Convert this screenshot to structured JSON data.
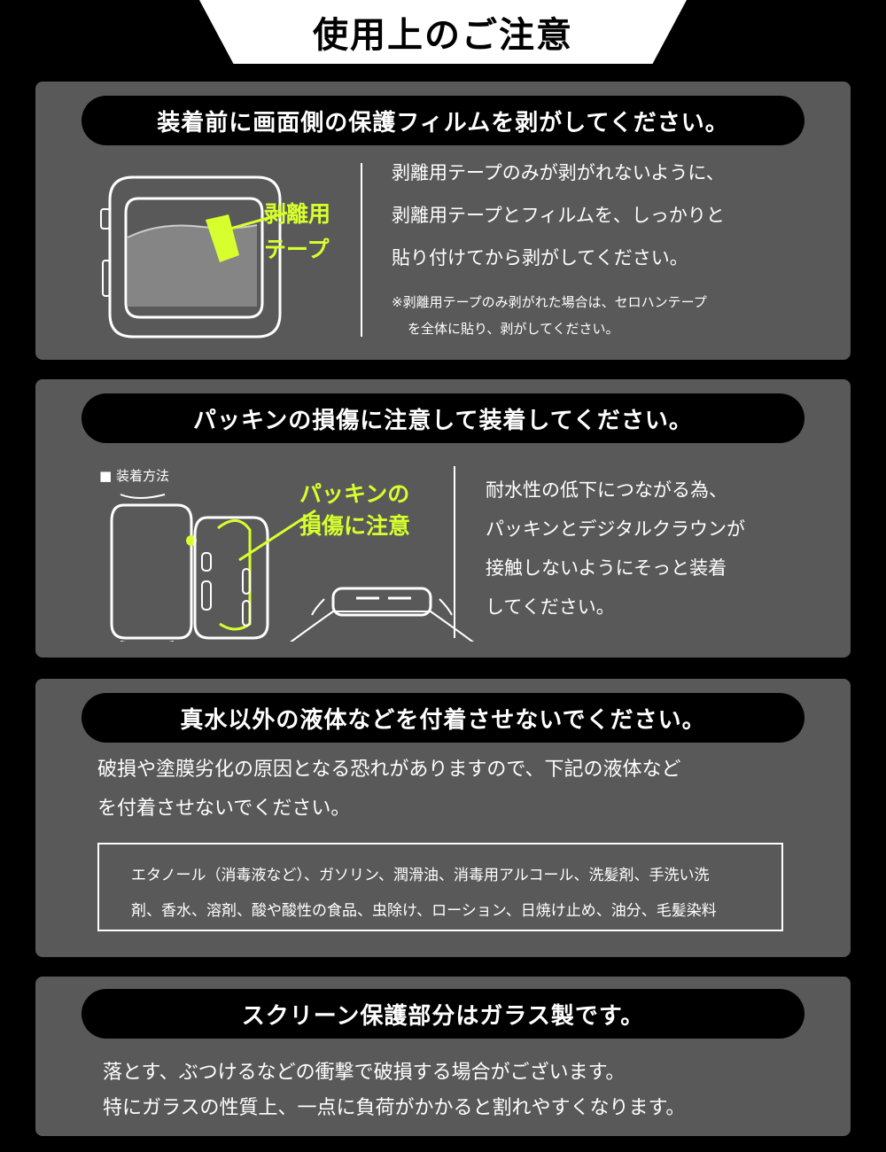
{
  "title": "使用上のご注意",
  "sections": [
    {
      "heading": "装着前に画面側の保護フィルムを剥がしてください。",
      "callout_lines": [
        "剥離用",
        "テープ"
      ],
      "body_lines": [
        "剥離用テープのみが剥がれないように、",
        "剥離用テープとフィルムを、しっかりと",
        "貼り付けてから剥がしてください。"
      ],
      "note_lines": [
        "※剥離用テープのみ剥がれた場合は、セロハンテープ",
        "を全体に貼り、剥がしてください。"
      ]
    },
    {
      "heading": "パッキンの損傷に注意して装着してください。",
      "method_label": "■ 装着方法",
      "callout_lines": [
        "パッキンの",
        "損傷に注意"
      ],
      "body_lines": [
        "耐水性の低下につながる為、",
        "パッキンとデジタルクラウンが",
        "接触しないようにそっと装着",
        "してください。"
      ]
    },
    {
      "heading": "真水以外の液体などを付着させないでください。",
      "body_lines": [
        "破損や塗膜劣化の原因となる恐れがありますので、下記の液体など",
        "を付着させないでください。"
      ],
      "box_lines": [
        "エタノール（消毒液など）、ガソリン、潤滑油、消毒用アルコール、洗髪剤、手洗い洗",
        "剤、香水、溶剤、酸や酸性の食品、虫除け、ローション、日焼け止め、油分、毛髪染料"
      ]
    },
    {
      "heading": "スクリーン保護部分はガラス製です。",
      "body_lines": [
        "落とす、ぶつけるなどの衝撃で破損する場合がございます。",
        "特にガラスの性質上、一点に負荷がかかると割れやすくなります。"
      ]
    }
  ],
  "colors": {
    "background": "#000000",
    "card": "#595959",
    "accent": "#d7ff2e",
    "text": "#ffffff"
  }
}
